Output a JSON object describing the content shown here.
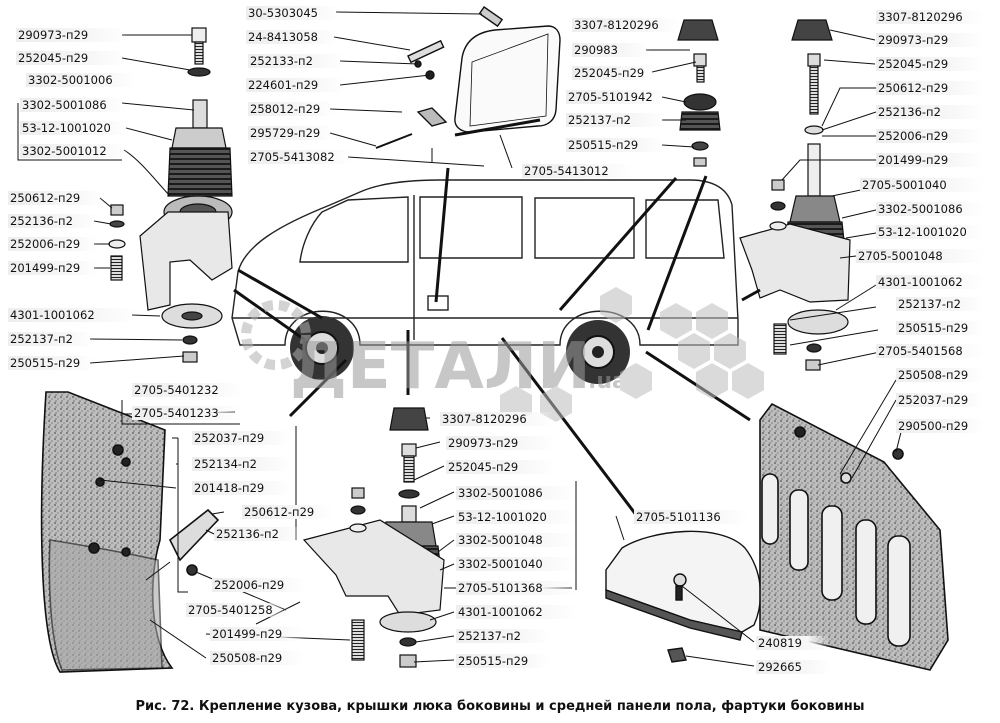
{
  "caption": "Рис. 72. Крепление кузова, крышки люка боковины и средней панели пола, фартуки боковины",
  "watermark": {
    "main": "ДЕТАЛИ",
    "suffix": ".ua",
    "color": "#9a9a9a"
  },
  "labels": {
    "l01": "290973-п29",
    "l02": "252045-п29",
    "l03": "3302-5001006",
    "l04": "3302-5001086",
    "l05": "53-12-1001020",
    "l06": "3302-5001012",
    "l07": "250612-п29",
    "l08": "252136-п2",
    "l09": "252006-п29",
    "l10": "201499-п29",
    "l11": "4301-1001062",
    "l12": "252137-п2",
    "l13": "250515-п29",
    "l14": "2705-5401232",
    "l15": "2705-5401233",
    "l16": "252037-п29",
    "l17": "252134-п2",
    "l18": "201418-п29",
    "l19": "250612-п29",
    "l20": "252136-п2",
    "l21": "252006-п29",
    "l22": "2705-5401258",
    "l23": "201499-п29",
    "l24": "250508-п29",
    "l25": "30-5303045",
    "l26": "24-8413058",
    "l27": "252133-п2",
    "l28": "224601-п29",
    "l29": "258012-п29",
    "l30": "295729-п29",
    "l31": "2705-5413082",
    "l32": "2705-5413012",
    "l33": "3307-8120296",
    "l34": "290983",
    "l35": "252045-п29",
    "l36": "2705-5101942",
    "l37": "252137-п2",
    "l38": "250515-п29",
    "l39": "3307-8120296",
    "l40": "290973-п29",
    "l41": "252045-п29",
    "l42": "250612-п29",
    "l43": "252136-п2",
    "l44": "252006-п29",
    "l45": "201499-п29",
    "l46": "2705-5001040",
    "l47": "3302-5001086",
    "l48": "53-12-1001020",
    "l49": "2705-5001048",
    "l50": "4301-1001062",
    "l51": "252137-п2",
    "l52": "250515-п29",
    "l53": "2705-5401568",
    "l54": "250508-п29",
    "l55": "252037-п29",
    "l56": "290500-п29",
    "l57": "3307-8120296",
    "l58": "290973-п29",
    "l59": "252045-п29",
    "l60": "3302-5001086",
    "l61": "53-12-1001020",
    "l62": "3302-5001048",
    "l63": "3302-5001040",
    "l64": "2705-5101368",
    "l65": "4301-1001062",
    "l66": "252137-п2",
    "l67": "250515-п29",
    "l68": "2705-5101136",
    "l69": "240819",
    "l70": "292665"
  }
}
